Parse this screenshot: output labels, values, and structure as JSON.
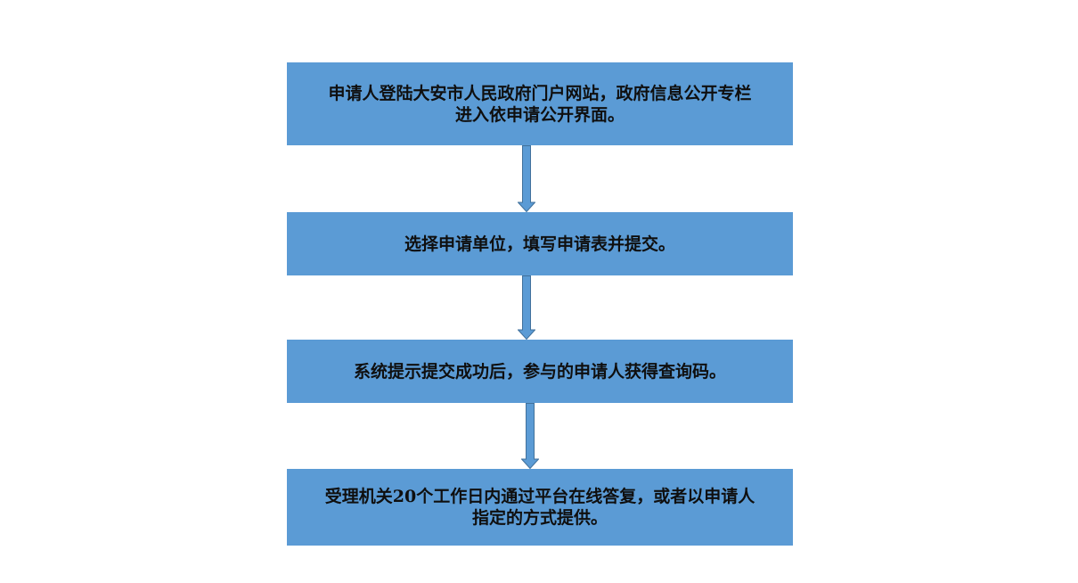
{
  "colors": {
    "box_fill": "#5b9bd5",
    "arrow_fill": "#5b9bd5",
    "arrow_stroke": "#41719c",
    "text": "#0f0f0f"
  },
  "steps": [
    {
      "lines": [
        "申请人登陆大安市人民政府门户网站，政府信息公开专栏",
        "进入依申请公开界面。"
      ]
    },
    {
      "lines": [
        "选择申请单位，填写申请表并提交。"
      ]
    },
    {
      "lines": [
        "系统提示提交成功后，参与的申请人获得查询码。"
      ]
    },
    {
      "lines": [
        "受理机关20个工作日内通过平台在线答复，或者以申请人",
        "指定的方式提供。"
      ]
    }
  ]
}
